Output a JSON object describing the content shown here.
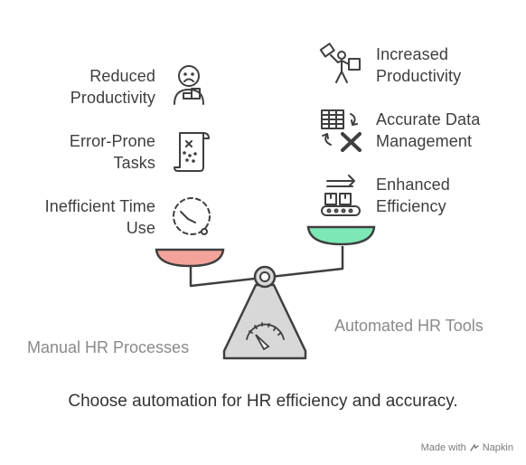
{
  "left_items": [
    {
      "line1": "Reduced",
      "line2": "Productivity",
      "icon": "sad-worker-icon"
    },
    {
      "line1": "Error-Prone",
      "line2": "Tasks",
      "icon": "error-document-icon"
    },
    {
      "line1": "Inefficient Time",
      "line2": "Use",
      "icon": "clock-dashed-icon"
    }
  ],
  "right_items": [
    {
      "line1": "Increased",
      "line2": "Productivity",
      "icon": "productive-worker-icon"
    },
    {
      "line1": "Accurate Data",
      "line2": "Management",
      "icon": "spreadsheet-icon"
    },
    {
      "line1": "Enhanced",
      "line2": "Efficiency",
      "icon": "conveyor-icon"
    }
  ],
  "left_category": "Manual HR Processes",
  "right_category": "Automated HR Tools",
  "caption": "Choose automation for HR efficiency and accuracy.",
  "footer": {
    "prefix": "Made with",
    "brand": "Napkin"
  },
  "colors": {
    "left_pan": "#f4a39b",
    "right_pan": "#7de8b6",
    "stroke": "#3f3f3f",
    "base": "#d8d8d8"
  }
}
